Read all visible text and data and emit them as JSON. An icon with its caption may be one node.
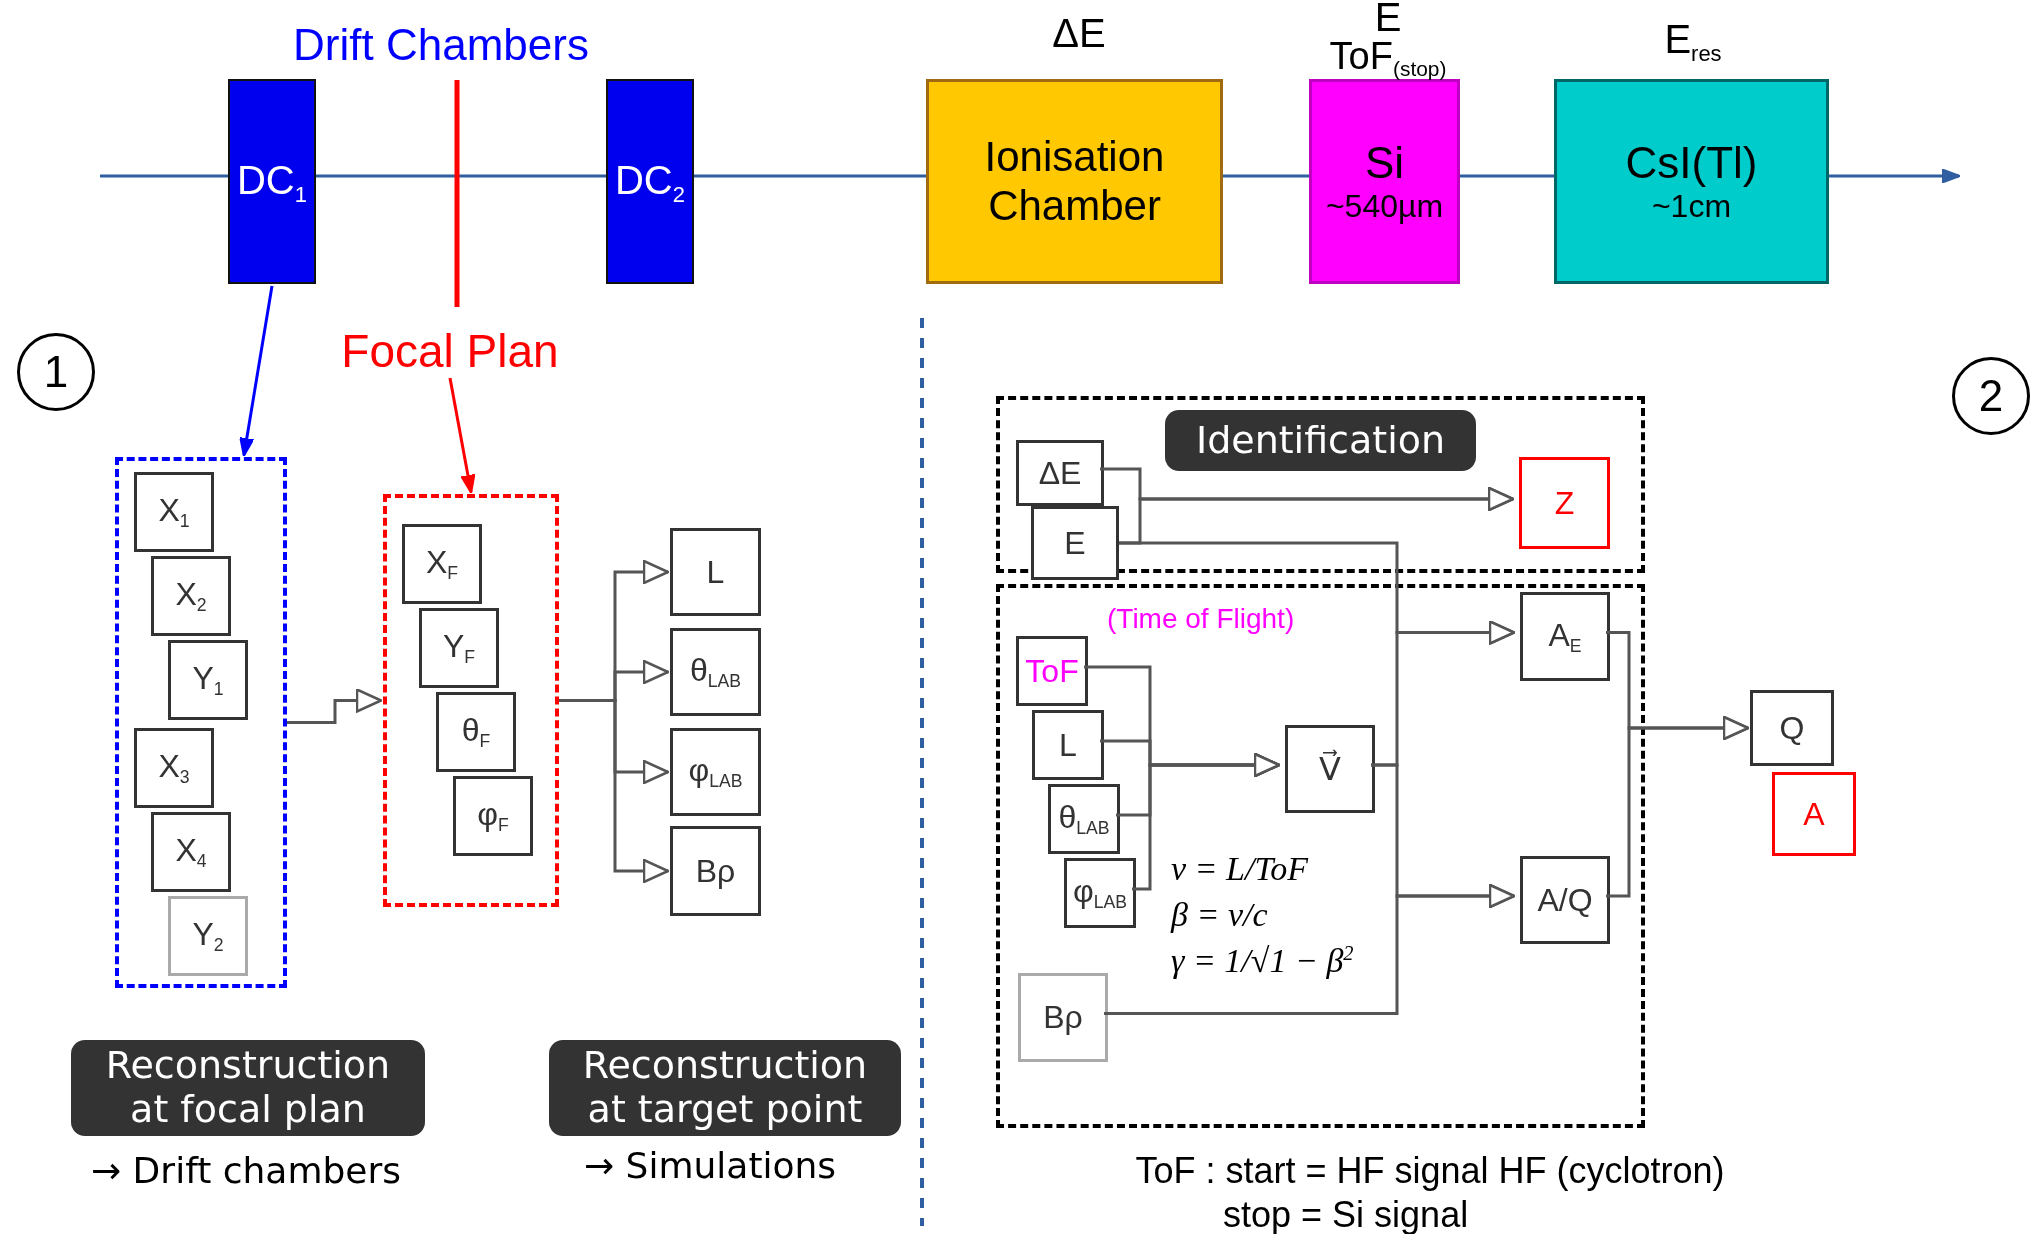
{
  "diagram": {
    "nodes": [
      {
        "text": [
          "DC$_{1}$"
        ]
      },
      {
        "text": [
          "DC$_{2}$"
        ]
      },
      {
        "text": [
          "Ionisation Chamber"
        ],
        "beside": [
          "ΔE"
        ]
      },
      {
        "text": [
          "Si",
          "~540µm"
        ],
        "beside": [
          "E",
          "ToF$_{(stop)}$"
        ]
      },
      {
        "text": [
          "CsI(Tl)",
          "~1cm"
        ],
        "beside": [
          "E$_{res}$"
        ]
      },
      {
        "text": [
          "1"
        ]
      },
      {
        "text": [
          "Focal Plan"
        ]
      },
      {
        "text": [],
        "shape": "box"
      },
      {
        "text": [
          "X$_{1}$"
        ],
        "in": 7
      },
      {
        "text": [
          "X$_{2}$"
        ],
        "in": 7
      },
      {
        "text": [
          "Y$_{1}$"
        ],
        "in": 7
      },
      {
        "text": [
          "X$_{3}$"
        ],
        "in": 7
      },
      {
        "text": [
          "X$_{4}$"
        ],
        "in": 7
      },
      {
        "text": [
          "Y$_{2}$"
        ],
        "in": 7
      },
      {
        "text": [],
        "shape": "box"
      },
      {
        "text": [
          "X$_{F}$"
        ],
        "in": 14
      },
      {
        "text": [
          "Y$_{F}$"
        ],
        "in": 14
      },
      {
        "text": [
          "θ$_{F}$"
        ],
        "in": 14
      },
      {
        "text": [
          "φ$_{F}$"
        ],
        "in": 14
      },
      {
        "text": [
          "L"
        ]
      },
      {
        "text": [
          "θ$_{LAB}$"
        ]
      },
      {
        "text": [
          "φ$_{LAB}$"
        ]
      },
      {
        "text": [
          "Bρ"
        ]
      },
      {
        "text": [
          "Reconstruction at focal plan"
        ],
        "beside": [
          "→ Drift chambers"
        ]
      },
      {
        "text": [
          "Reconstruction at target point"
        ],
        "beside": [
          "→ Simulations"
        ]
      },
      {
        "text": [
          "2"
        ]
      },
      {
        "text": [],
        "shape": "box"
      },
      {
        "text": [
          "Identification"
        ],
        "in": 26
      },
      {
        "text": [
          "ΔE"
        ],
        "in": 26
      },
      {
        "text": [
          "E"
        ]
      },
      {
        "text": [
          "Z"
        ],
        "in": 26
      },
      {
        "text": [],
        "shape": "box"
      },
      {
        "text": [
          "ToF"
        ],
        "in": 31,
        "beside": [
          "(Time of Flight)"
        ]
      },
      {
        "text": [
          "L"
        ],
        "in": 31
      },
      {
        "text": [
          "θ$_{LAB}$"
        ],
        "in": 31
      },
      {
        "text": [
          "φ$_{LAB}$"
        ],
        "in": 31
      },
      {
        "text": [
          "V⃗"
        ],
        "in": 31
      },
      {
        "text": [
          "Bρ"
        ],
        "in": 31
      },
      {
        "text": [
          "A$_{E}$"
        ],
        "in": 31
      },
      {
        "text": [
          "A/Q"
        ],
        "in": 31
      },
      {
        "text": [
          "Q"
        ]
      },
      {
        "text": [
          "A"
        ]
      }
    ],
    "edges": [
      {
        "from": 0,
        "to": 7,
        "arrow": "to",
        "color": "#0000ff"
      },
      {
        "from": 6,
        "to": 14,
        "arrow": "to",
        "color": "#ff0000"
      },
      {
        "from": 7,
        "to": 14,
        "arrow": "to"
      },
      {
        "from": 14,
        "to": 19,
        "arrow": "to"
      },
      {
        "from": 14,
        "to": 20,
        "arrow": "to"
      },
      {
        "from": 14,
        "to": 21,
        "arrow": "to"
      },
      {
        "from": 14,
        "to": 22,
        "arrow": "to"
      },
      {
        "from": 28,
        "to": 30,
        "arrow": "to"
      },
      {
        "from": 29,
        "to": 30,
        "arrow": "to"
      },
      {
        "from": 32,
        "to": 36,
        "arrow": "to"
      },
      {
        "from": 33,
        "to": 36,
        "arrow": "to"
      },
      {
        "from": 34,
        "to": 36,
        "arrow": "to"
      },
      {
        "from": 35,
        "to": 36,
        "arrow": "to"
      },
      {
        "from": 29,
        "to": 38,
        "arrow": "to"
      },
      {
        "from": 36,
        "to": 38,
        "arrow": "to"
      },
      {
        "from": 36,
        "to": 39,
        "arrow": "to"
      },
      {
        "from": 37,
        "to": 39,
        "arrow": "to"
      },
      {
        "from": 38,
        "to": 40,
        "arrow": "to"
      },
      {
        "from": 39,
        "to": 40,
        "arrow": "to"
      }
    ],
    "labels": [
      "Drift Chambers",
      "v = L/ToF",
      "β = v/c",
      "γ = 1/√1 − β$^{2}$",
      "ToF : start = HF signal HF (cyclotron)",
      "stop = Si signal"
    ]
  }
}
